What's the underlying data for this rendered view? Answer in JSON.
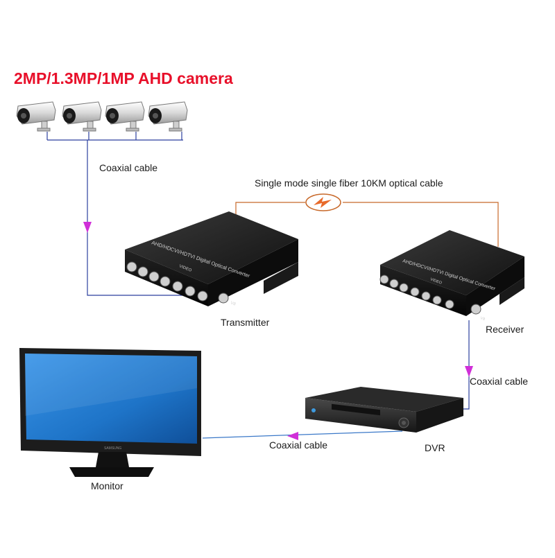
{
  "diagram": {
    "title": "2MP/1.3MP/1MP AHD camera",
    "labels": {
      "coax_cameras": "Coaxial cable",
      "fiber": "Single mode single fiber 10KM optical cable",
      "transmitter": "Transmitter",
      "receiver": "Receiver",
      "coax_receiver_dvr": "Coaxial cable",
      "coax_dvr_monitor": "Coaxial cable",
      "dvr": "DVR",
      "monitor": "Monitor"
    },
    "device_text": {
      "converter_face": "AHD/HDCVI/HDTVI Digital Optical Converter",
      "video_port": "VIDEO",
      "v8_label": "V8",
      "monitor_brand": "SAMSUNG"
    },
    "colors": {
      "title": "#e8102a",
      "coax_line": "#2b3f9e",
      "fiber_line": "#c8692a",
      "arrow": "#d02fd8",
      "monitor_screen": "#1e74c8"
    },
    "cameras": [
      {
        "icon": "ahd-camera-icon"
      },
      {
        "icon": "ahd-camera-icon"
      },
      {
        "icon": "ahd-camera-icon"
      },
      {
        "icon": "ahd-camera-icon"
      }
    ]
  }
}
